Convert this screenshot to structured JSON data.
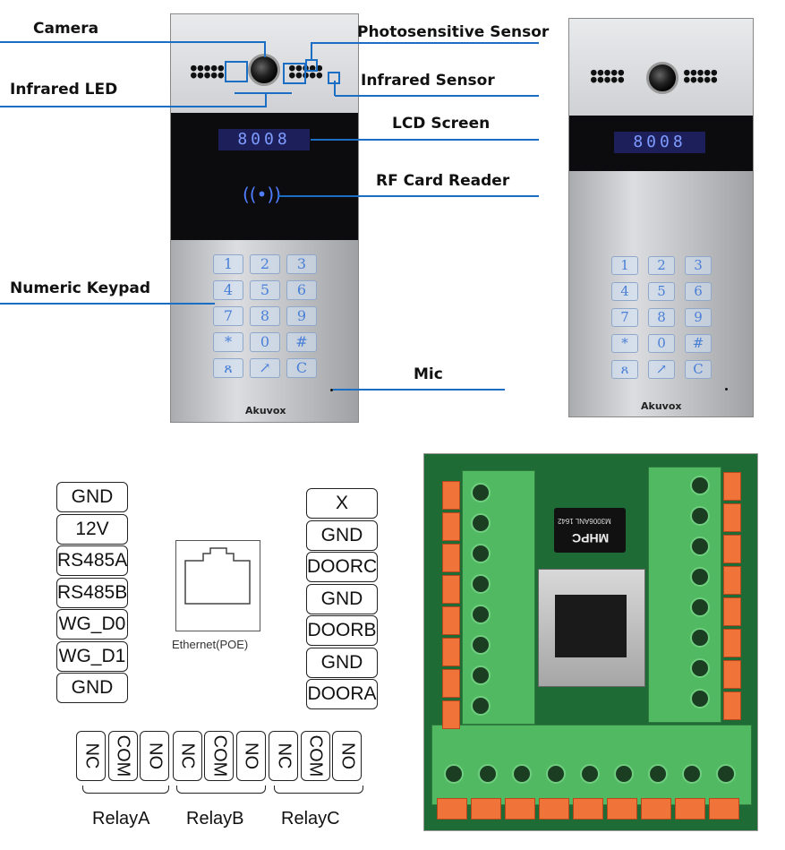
{
  "callouts": {
    "camera": "Camera",
    "infrared_led": "Infrared LED",
    "photosensitive_sensor": "Photosensitive Sensor",
    "infrared_sensor": "Infrared Sensor",
    "lcd_screen": "LCD Screen",
    "rf_card_reader": "RF Card Reader",
    "numeric_keypad": "Numeric Keypad",
    "mic": "Mic"
  },
  "device": {
    "lcd_value": "8008",
    "brand": "Akuvox",
    "keys": [
      "1",
      "2",
      "3",
      "4",
      "5",
      "6",
      "7",
      "8",
      "9",
      "*",
      "0",
      "#",
      "ጸ",
      "↗",
      "C"
    ]
  },
  "wiring": {
    "left_terminals": [
      "GND",
      "12V",
      "RS485A",
      "RS485B",
      "WG_D0",
      "WG_D1",
      "GND"
    ],
    "right_terminals": [
      "X",
      "GND",
      "DOORC",
      "GND",
      "DOORB",
      "GND",
      "DOORA"
    ],
    "ethernet_label": "Ethernet(POE)",
    "relay_terminals": [
      "NC",
      "COM",
      "NO",
      "NC",
      "COM",
      "NO",
      "NC",
      "COM",
      "NO"
    ],
    "relay_labels": [
      "RelayA",
      "RelayB",
      "RelayC"
    ]
  },
  "pcb": {
    "chip_brand": "MHPC",
    "chip_code": "M3006ANL 1642"
  },
  "colors": {
    "callout_line": "#1a6fc4",
    "lcd_text": "#7f9cff",
    "key_text": "#4a7fd6",
    "pcb_green": "#1f6b36",
    "terminal_green": "#52b963",
    "terminal_orange": "#f0743a"
  }
}
